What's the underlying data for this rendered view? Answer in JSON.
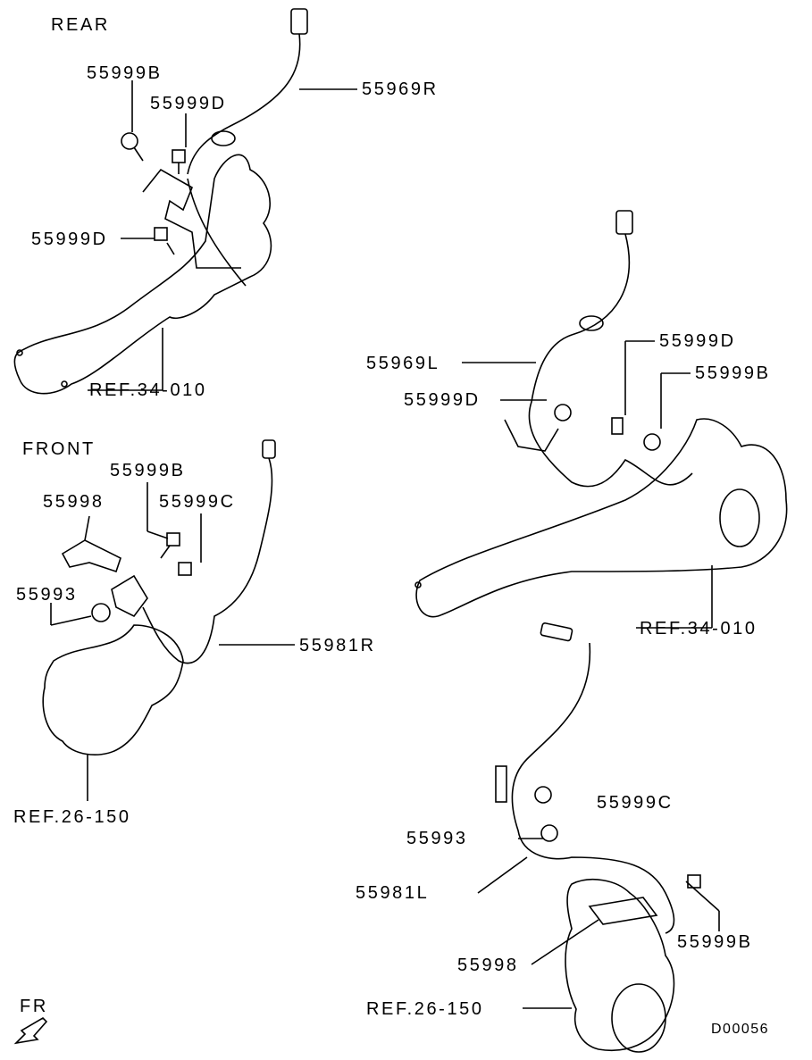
{
  "diagram_id": "D00056",
  "orientation_label": "FR",
  "rear": {
    "title": "REAR",
    "callouts": [
      "55999B",
      "55999D",
      "55969R",
      "55999D",
      "REF.34-010"
    ]
  },
  "rear_left": {
    "callouts": [
      "55969L",
      "55999D",
      "55999D",
      "55999B",
      "REF.34-010"
    ]
  },
  "front": {
    "title": "FRONT",
    "callouts": [
      "55999B",
      "55998",
      "55999C",
      "55993",
      "55981R",
      "REF.26-150"
    ]
  },
  "front_left": {
    "callouts": [
      "55999C",
      "55993",
      "55981L",
      "55999B",
      "55998",
      "REF.26-150"
    ]
  }
}
